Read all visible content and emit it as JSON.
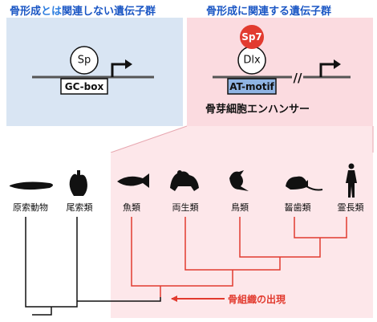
{
  "headings": {
    "left_prefix": "骨形成",
    "left_highlight": "とは",
    "left_suffix": "関連しない遺伝子群",
    "right": "骨形成に関連する遺伝子群"
  },
  "left_panel": {
    "factor": "Sp",
    "element": "GC-box"
  },
  "right_panel": {
    "factor_top": "Sp7",
    "factor": "Dlx",
    "element": "AT-motif",
    "gap_mark": "//",
    "enhancer_label": "骨芽細胞エンハンサー"
  },
  "taxa": [
    "原索動物",
    "尾索類",
    "魚類",
    "両生類",
    "鳥類",
    "齧歯類",
    "霊長類"
  ],
  "silhouettes": [
    "lancelet-icon",
    "tunicate-icon",
    "fish-icon",
    "frog-icon",
    "bird-icon",
    "rodent-icon",
    "human-icon"
  ],
  "bone_arrow_label": "骨組織の出現",
  "colors": {
    "left_bg": "#d9e5f3",
    "right_bg": "#fbdbe0",
    "tree_bg": "#fde7ea",
    "red": "#e23b2f",
    "blue_box": "#8fb4e3"
  }
}
